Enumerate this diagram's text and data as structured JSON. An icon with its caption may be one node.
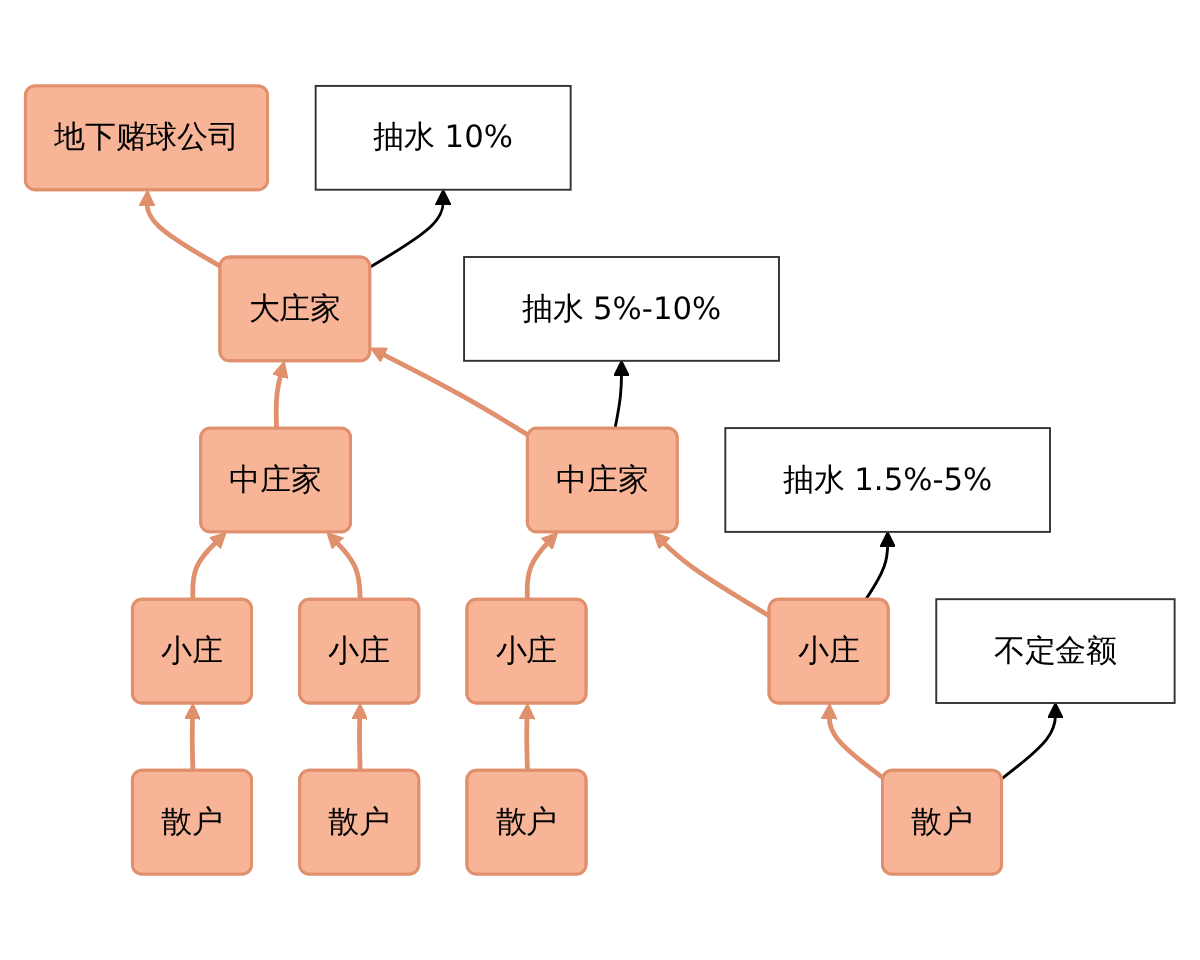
{
  "diagram": {
    "nodes": [
      {
        "text": [
          "地下赌球公司"
        ]
      },
      {
        "text": [
          "抽水 10%"
        ]
      },
      {
        "text": [
          "大庄家"
        ]
      },
      {
        "text": [
          "抽水 5%-10%"
        ]
      },
      {
        "text": [
          "中庄家"
        ]
      },
      {
        "text": [
          "中庄家"
        ]
      },
      {
        "text": [
          "抽水 1.5%-5%"
        ]
      },
      {
        "text": [
          "小庄"
        ]
      },
      {
        "text": [
          "小庄"
        ]
      },
      {
        "text": [
          "小庄"
        ]
      },
      {
        "text": [
          "小庄"
        ]
      },
      {
        "text": [
          "不定金额"
        ]
      },
      {
        "text": [
          "散户"
        ]
      },
      {
        "text": [
          "散户"
        ]
      },
      {
        "text": [
          "散户"
        ]
      },
      {
        "text": [
          "散户"
        ]
      }
    ],
    "edges": [
      {
        "from": 2,
        "to": 0,
        "arrow": "to"
      },
      {
        "from": 2,
        "to": 1,
        "arrow": "to",
        "color": "#000000"
      },
      {
        "from": 4,
        "to": 2,
        "arrow": "to"
      },
      {
        "from": 5,
        "to": 2,
        "arrow": "to"
      },
      {
        "from": 4,
        "to": 3,
        "arrow": "to",
        "color": "#000000"
      },
      {
        "from": 7,
        "to": 4,
        "arrow": "to"
      },
      {
        "from": 8,
        "to": 4,
        "arrow": "to"
      },
      {
        "from": 9,
        "to": 5,
        "arrow": "to"
      },
      {
        "from": 10,
        "to": 5,
        "arrow": "to"
      },
      {
        "from": 7,
        "to": 6,
        "arrow": "to",
        "color": "#000000"
      },
      {
        "from": 12,
        "to": 7,
        "arrow": "to"
      },
      {
        "from": 13,
        "to": 8,
        "arrow": "to"
      },
      {
        "from": 14,
        "to": 9,
        "arrow": "to"
      },
      {
        "from": 15,
        "to": 10,
        "arrow": "to"
      },
      {
        "from": 12,
        "to": 11,
        "arrow": "to",
        "color": "#000000"
      }
    ]
  }
}
